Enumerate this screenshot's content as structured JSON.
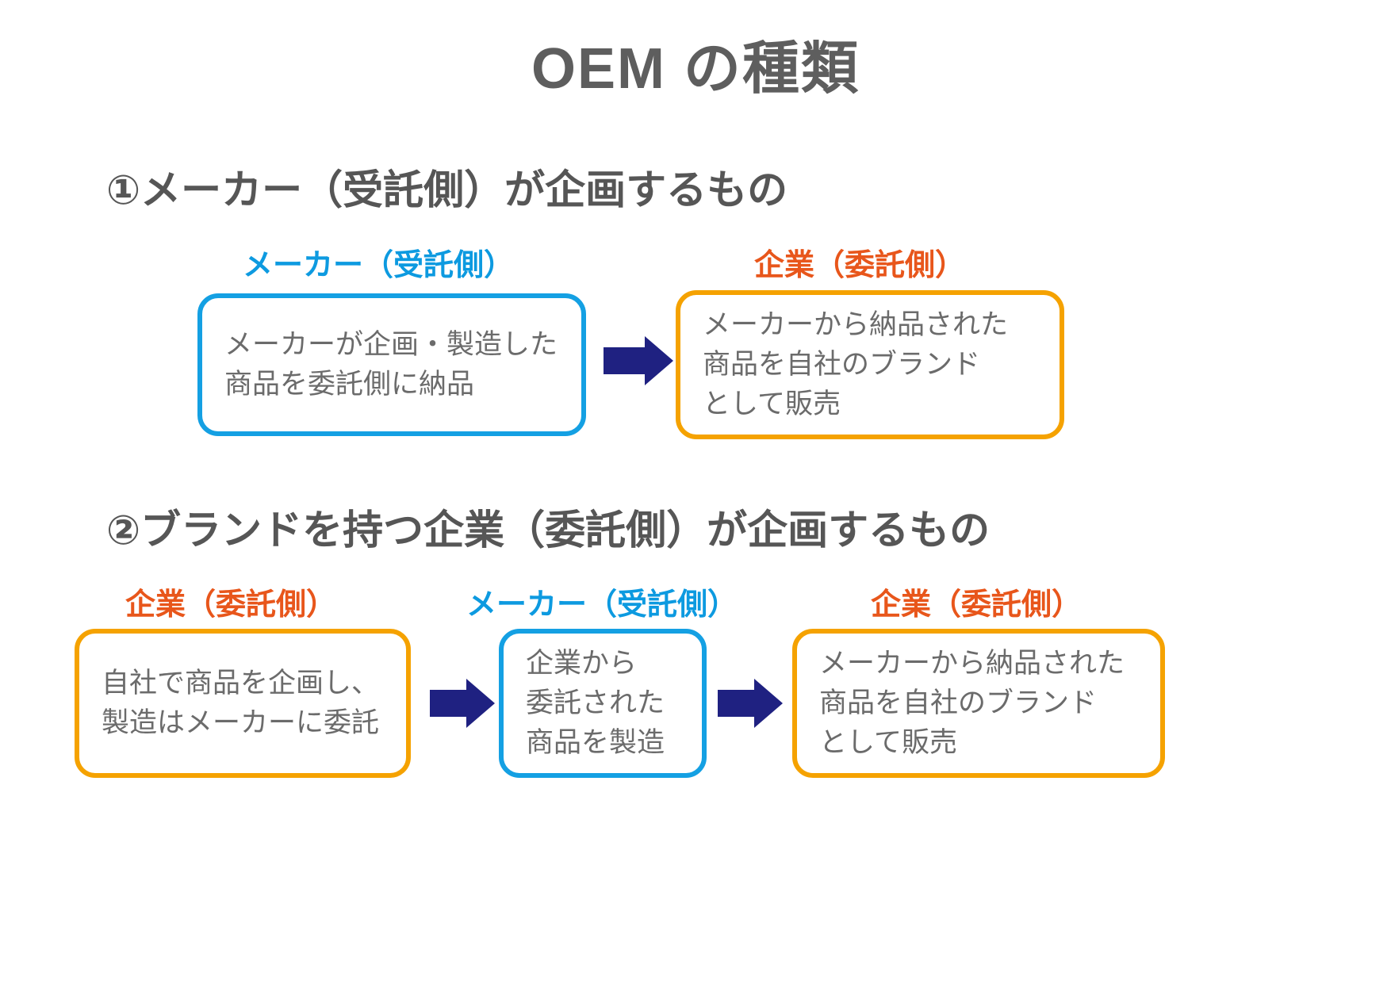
{
  "title": "OEM の種類",
  "colors": {
    "title_gray": "#5e5e5e",
    "heading_gray": "#565656",
    "body_gray": "#6b6b6b",
    "maker_blue": "#0d9ae0",
    "box_blue_border": "#14a0e3",
    "company_orange": "#e8561b",
    "box_orange_border": "#f5a200",
    "arrow_navy": "#1f2181",
    "background": "#ffffff"
  },
  "sections": [
    {
      "heading": "①メーカー（受託側）が企画するもの",
      "nodes": [
        {
          "label": "メーカー（受託側）",
          "label_role": "maker",
          "body": "メーカーが企画・製造した\n商品を委託側に納品"
        },
        {
          "label": "企業（委託側）",
          "label_role": "company",
          "body": "メーカーから納品された\n商品を自社のブランド\nとして販売"
        }
      ],
      "arrows": 1
    },
    {
      "heading": "②ブランドを持つ企業（委託側）が企画するもの",
      "nodes": [
        {
          "label": "企業（委託側）",
          "label_role": "company",
          "body": "自社で商品を企画し、\n製造はメーカーに委託"
        },
        {
          "label": "メーカー（受託側）",
          "label_role": "maker",
          "body": "企業から\n委託された\n商品を製造"
        },
        {
          "label": "企業（委託側）",
          "label_role": "company",
          "body": "メーカーから納品された\n商品を自社のブランド\nとして販売"
        }
      ],
      "arrows": 2
    }
  ]
}
